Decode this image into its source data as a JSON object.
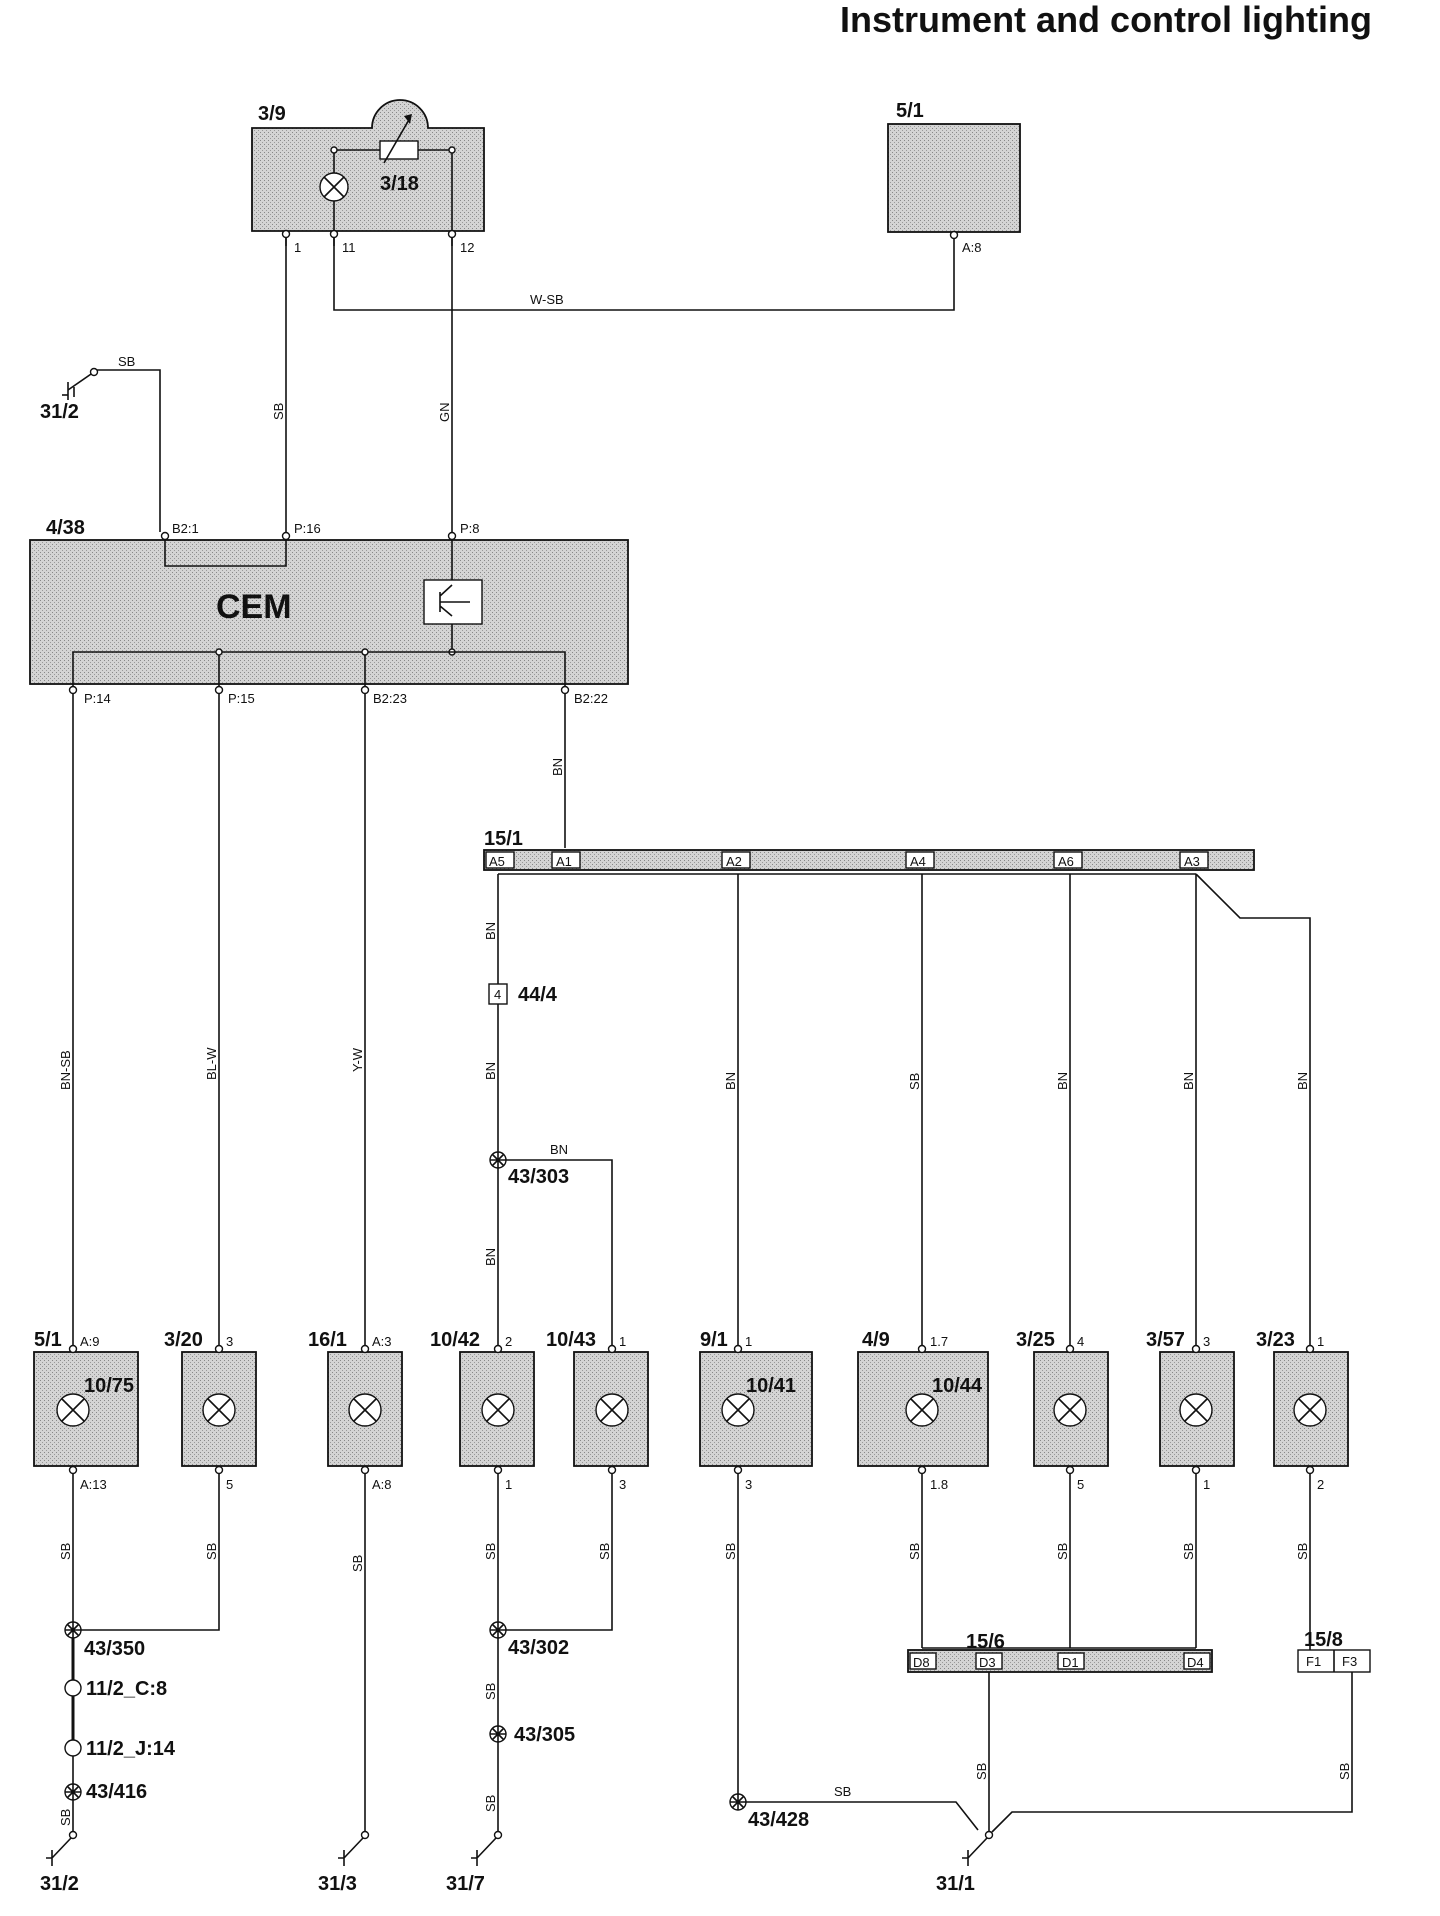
{
  "title": "Instrument and control lighting",
  "components": {
    "c3_9": "3/9",
    "c3_18": "3/18",
    "c5_1_top": "5/1",
    "c4_38": "4/38",
    "cem": "CEM",
    "c15_1": "15/1",
    "c44_4": "44/4",
    "c44_4_pin": "4",
    "c43_303": "43/303",
    "c15_6": "15/6",
    "c15_8": "15/8",
    "c43_350": "43/350",
    "c11_2_c8": "11/2_C:8",
    "c11_2_j14": "11/2_J:14",
    "c43_416": "43/416",
    "c43_302": "43/302",
    "c43_305": "43/305",
    "c43_428": "43/428"
  },
  "grounds": [
    "31/2",
    "31/2",
    "31/3",
    "31/7",
    "31/1"
  ],
  "pins_top": {
    "p3_9_1": "1",
    "p3_9_11": "11",
    "p3_9_12": "12",
    "p5_1_a8": "A:8",
    "cem_b21": "B2:1",
    "cem_p16": "P:16",
    "cem_p8": "P:8",
    "cem_p14": "P:14",
    "cem_p15": "P:15",
    "cem_b223": "B2:23",
    "cem_b222": "B2:22"
  },
  "wires": {
    "wsb": "W-SB",
    "sb": "SB",
    "gn": "GN",
    "bn": "BN",
    "bnsb": "BN-SB",
    "blw": "BL-W",
    "yw": "Y-W"
  },
  "connector_15_1_pins": [
    "A5",
    "A1",
    "A2",
    "A4",
    "A6",
    "A3"
  ],
  "connector_15_6_pins": [
    "D8",
    "D3",
    "D1",
    "D4"
  ],
  "connector_15_8_pins": [
    "F1",
    "F3"
  ],
  "lamps": [
    {
      "id": "5/1",
      "inner": "10/75",
      "pin_top": "A:9",
      "pin_bottom": "A:13"
    },
    {
      "id": "3/20",
      "inner": "",
      "pin_top": "3",
      "pin_bottom": "5"
    },
    {
      "id": "16/1",
      "inner": "",
      "pin_top": "A:3",
      "pin_bottom": "A:8"
    },
    {
      "id": "10/42",
      "inner": "",
      "pin_top": "2",
      "pin_bottom": "1"
    },
    {
      "id": "10/43",
      "inner": "",
      "pin_top": "1",
      "pin_bottom": "3"
    },
    {
      "id": "9/1",
      "inner": "10/41",
      "pin_top": "1",
      "pin_bottom": "3"
    },
    {
      "id": "4/9",
      "inner": "10/44",
      "pin_top": "1.7",
      "pin_bottom": "1.8"
    },
    {
      "id": "3/25",
      "inner": "",
      "pin_top": "4",
      "pin_bottom": "5"
    },
    {
      "id": "3/57",
      "inner": "",
      "pin_top": "3",
      "pin_bottom": "1"
    },
    {
      "id": "3/23",
      "inner": "",
      "pin_top": "1",
      "pin_bottom": "2"
    }
  ]
}
